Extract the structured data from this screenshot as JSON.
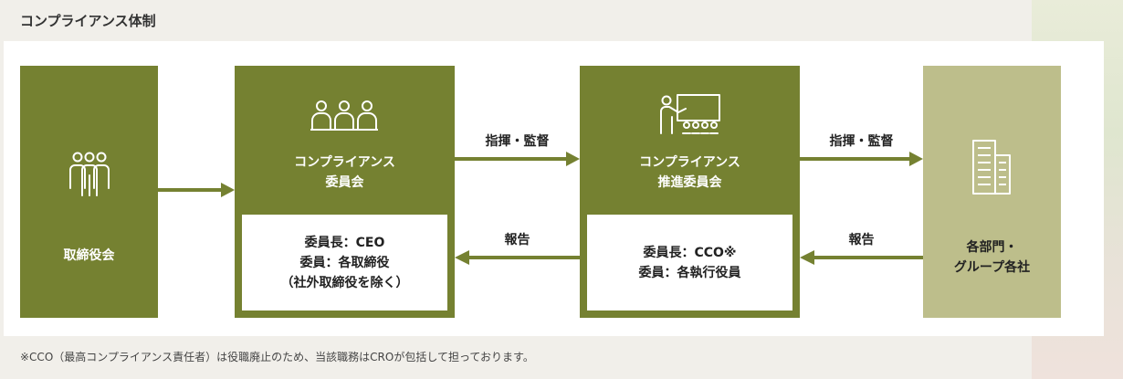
{
  "title": "コンプライアンス体制",
  "nodes": {
    "board": {
      "label": "取締役会"
    },
    "committee": {
      "label": "コンプライアンス\n委員会",
      "detail": "委員長：CEO\n委員：各取締役\n（社外取締役を除く）"
    },
    "promotion": {
      "label": "コンプライアンス\n推進委員会",
      "detail": "委員長：CCO※\n委員：各執行役員"
    },
    "groups": {
      "label": "各部門・\nグループ各社"
    }
  },
  "arrows": {
    "command1": "指揮・監督",
    "command2": "指揮・監督",
    "report1": "報告",
    "report2": "報告"
  },
  "footnote": "※CCO（最高コンプライアンス責任者）は役職廃止のため、当該職務はCROが包括して担っております。",
  "colors": {
    "dark_green": "#758131",
    "light_green": "#bdbe8b",
    "arrow": "#758131"
  },
  "icons": [
    "people-group-icon",
    "committee-people-icon",
    "presentation-icon",
    "building-icon"
  ]
}
